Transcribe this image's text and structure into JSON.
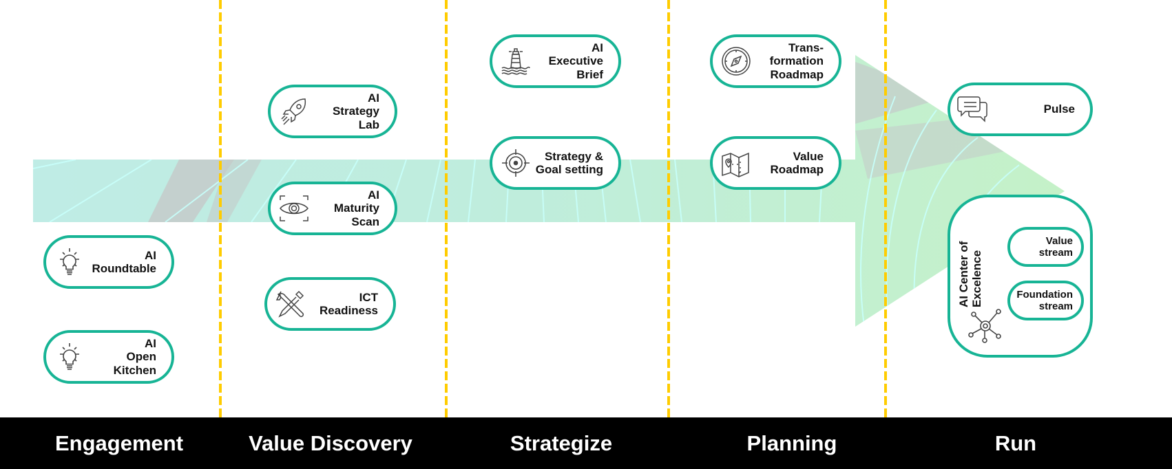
{
  "colors": {
    "pill_border": "#17b495",
    "divider": "#ffcc00",
    "band": "#000000",
    "arrow_teal": "#bfece6",
    "arrow_green": "#c2f0cf",
    "arrow_stripe": "#c8fffb"
  },
  "stages": [
    {
      "label": "Engagement"
    },
    {
      "label": "Value Discovery"
    },
    {
      "label": "Strategize"
    },
    {
      "label": "Planning"
    },
    {
      "label": "Run"
    }
  ],
  "offerings": {
    "ai_roundtable": {
      "label": "AI\nRoundtable",
      "icon": "lightbulb-icon"
    },
    "ai_open_kitchen": {
      "label": "AI\nOpen Kitchen",
      "icon": "lightbulb-icon"
    },
    "ai_strategy_lab": {
      "label": "AI\nStrategy\nLab",
      "icon": "rocket-icon"
    },
    "ai_maturity_scan": {
      "label": "AI\nMaturity\nScan",
      "icon": "eye-scan-icon"
    },
    "ict_readiness": {
      "label": "ICT\nReadiness",
      "icon": "tools-icon"
    },
    "ai_executive_brief": {
      "label": "AI\nExecutive\nBrief",
      "icon": "lighthouse-icon"
    },
    "strategy_goal_setting": {
      "label": "Strategy &\nGoal setting",
      "icon": "target-icon"
    },
    "transformation_roadmap": {
      "label": "Trans-\nformation\nRoadmap",
      "icon": "compass-icon"
    },
    "value_roadmap": {
      "label": "Value\nRoadmap",
      "icon": "map-icon"
    },
    "pulse": {
      "label": "Pulse",
      "icon": "chat-bubbles-icon"
    }
  },
  "coe": {
    "title": "AI Center of\nExcelence",
    "icon": "network-hub-icon",
    "streams": [
      {
        "label": "Value\nstream"
      },
      {
        "label": "Foundation\nstream"
      }
    ]
  }
}
